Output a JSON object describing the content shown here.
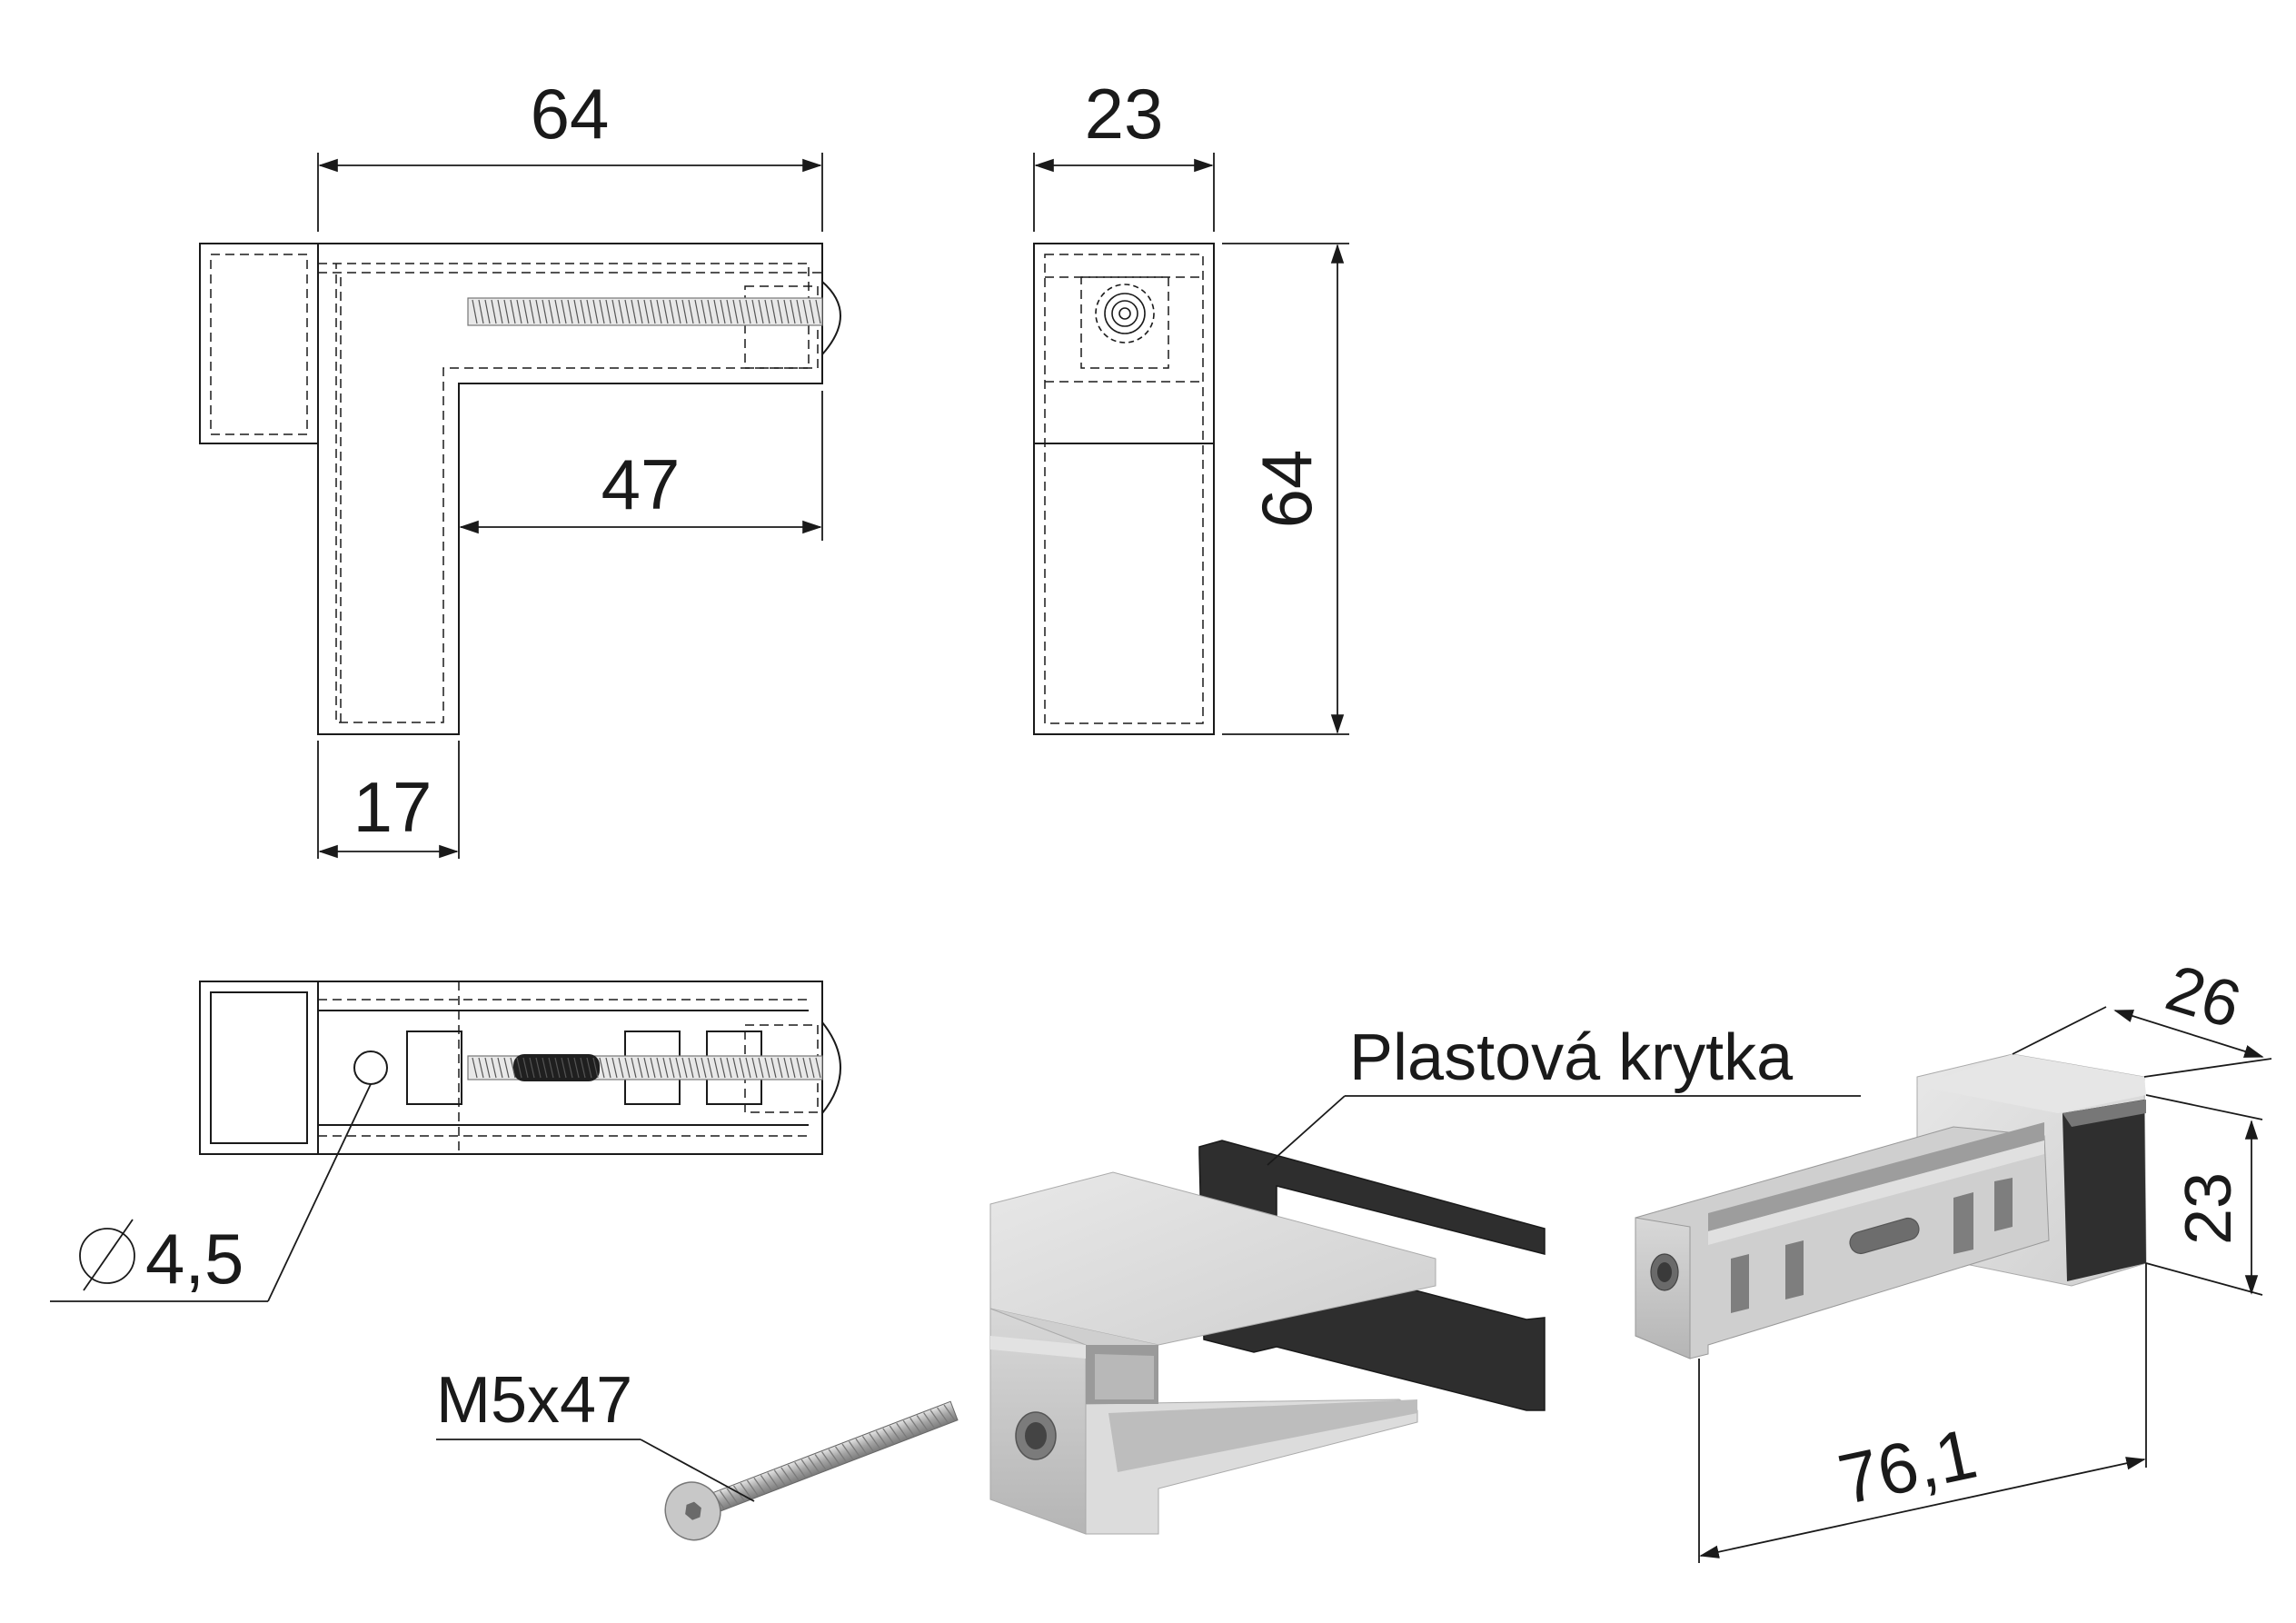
{
  "dimensions": {
    "front_width": "64",
    "front_inner": "47",
    "front_leg": "17",
    "side_width": "23",
    "side_height": "64",
    "hole_diameter": "4,5",
    "iso_depth": "26",
    "iso_height": "23",
    "iso_length": "76,1"
  },
  "labels": {
    "cap": "Plastová krytka",
    "screw": "M5x47"
  },
  "colors": {
    "line": "#1a1a1a",
    "aluminium_light": "#e3e3e3",
    "aluminium_mid": "#c9c9c9",
    "aluminium_dark": "#9a9a9a",
    "plastic_cap": "#2e2e2e"
  }
}
